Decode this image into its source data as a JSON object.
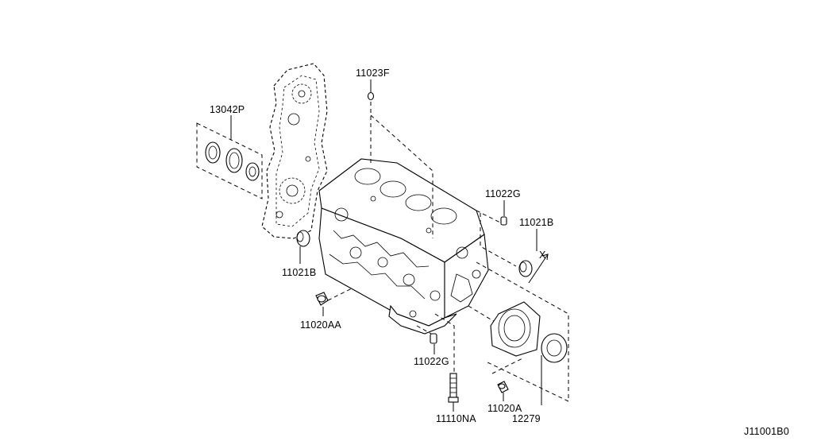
{
  "diagram_id": "J11001B0",
  "callouts": {
    "p13042P": "13042P",
    "p11023F": "11023F",
    "p11022G_top": "11022G",
    "p11021B_right": "11021B",
    "p11021B_left": "11021B",
    "p11020AA": "11020AA",
    "p11022G_bottom": "11022G",
    "p11110NA": "11110NA",
    "p11020A": "11020A",
    "p12279": "12279",
    "x_mark": "X"
  }
}
